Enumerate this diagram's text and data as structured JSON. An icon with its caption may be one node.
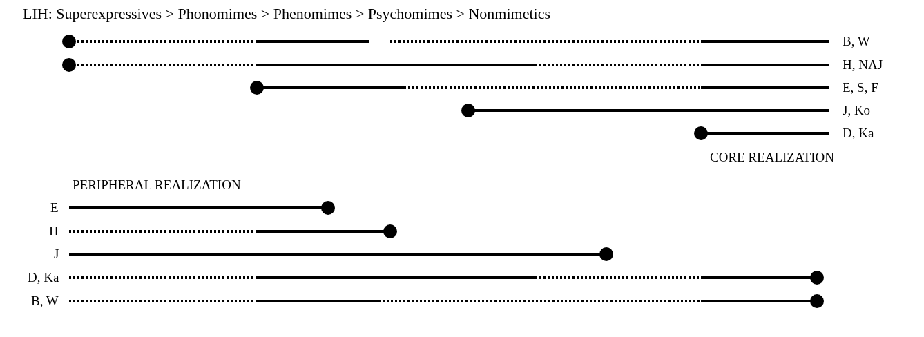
{
  "diagram": {
    "title": "LIH: Superexpressives > Phonomimes > Phenomimes > Psychomimes > Nonmimetics",
    "labels": [
      "B, W",
      "H, NAJ",
      "E, S, F",
      "J, Ko",
      "D, Ka",
      "CORE REALIZATION",
      "PERIPHERAL REALIZATION",
      "E",
      "H",
      "J",
      "D, Ka",
      "B, W"
    ]
  }
}
